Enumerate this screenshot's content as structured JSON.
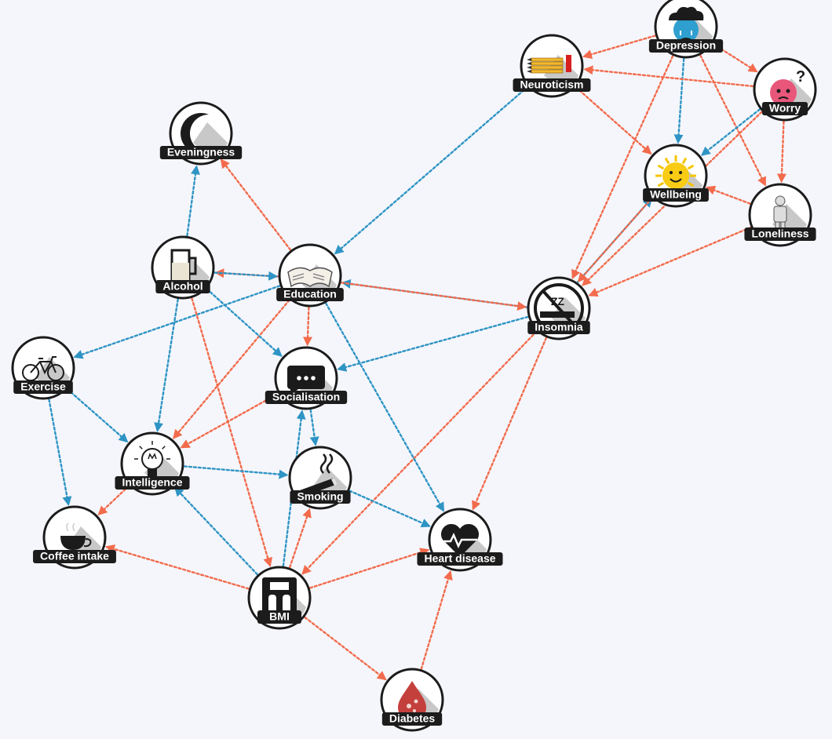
{
  "colors": {
    "positive": "#f26b4c",
    "negative": "#2e94c4",
    "node_stroke": "#1b1b1b",
    "label_bg": "#1c1c1c"
  },
  "nodes": [
    {
      "id": "depression",
      "label": "Depression",
      "icon": "rain-cloud-face-icon"
    },
    {
      "id": "neuroticism",
      "label": "Neuroticism",
      "icon": "pencils-icon"
    },
    {
      "id": "worry",
      "label": "Worry",
      "icon": "worried-face-icon"
    },
    {
      "id": "eveningness",
      "label": "Eveningness",
      "icon": "crescent-moon-icon"
    },
    {
      "id": "wellbeing",
      "label": "Wellbeing",
      "icon": "smiling-sun-icon"
    },
    {
      "id": "loneliness",
      "label": "Loneliness",
      "icon": "lonely-person-icon"
    },
    {
      "id": "alcohol",
      "label": "Alcohol",
      "icon": "beer-glass-icon"
    },
    {
      "id": "education",
      "label": "Education",
      "icon": "open-book-icon"
    },
    {
      "id": "insomnia",
      "label": "Insomnia",
      "icon": "no-sleep-icon"
    },
    {
      "id": "exercise",
      "label": "Exercise",
      "icon": "bicycle-icon"
    },
    {
      "id": "socialisation",
      "label": "Socialisation",
      "icon": "speech-bubble-icon"
    },
    {
      "id": "intelligence",
      "label": "Intelligence",
      "icon": "light-bulb-icon"
    },
    {
      "id": "smoking",
      "label": "Smoking",
      "icon": "cigarette-icon"
    },
    {
      "id": "coffee",
      "label": "Coffee intake",
      "icon": "coffee-cup-icon"
    },
    {
      "id": "heart",
      "label": "Heart disease",
      "icon": "heart-rate-icon"
    },
    {
      "id": "bmi",
      "label": "BMI",
      "icon": "weighing-scale-icon"
    },
    {
      "id": "diabetes",
      "label": "Diabetes",
      "icon": "blood-drop-icon"
    }
  ],
  "edges": [
    {
      "from": "depression",
      "to": "neuroticism",
      "effect": "positive"
    },
    {
      "from": "depression",
      "to": "worry",
      "effect": "positive"
    },
    {
      "from": "depression",
      "to": "wellbeing",
      "effect": "negative"
    },
    {
      "from": "depression",
      "to": "loneliness",
      "effect": "positive"
    },
    {
      "from": "depression",
      "to": "insomnia",
      "effect": "positive"
    },
    {
      "from": "worry",
      "to": "neuroticism",
      "effect": "positive"
    },
    {
      "from": "worry",
      "to": "wellbeing",
      "effect": "negative"
    },
    {
      "from": "worry",
      "to": "loneliness",
      "effect": "positive"
    },
    {
      "from": "worry",
      "to": "insomnia",
      "effect": "positive"
    },
    {
      "from": "neuroticism",
      "to": "wellbeing",
      "effect": "positive"
    },
    {
      "from": "neuroticism",
      "to": "education",
      "effect": "negative"
    },
    {
      "from": "loneliness",
      "to": "wellbeing",
      "effect": "positive"
    },
    {
      "from": "loneliness",
      "to": "insomnia",
      "effect": "positive"
    },
    {
      "from": "insomnia",
      "to": "wellbeing",
      "effect": "negative"
    },
    {
      "from": "wellbeing",
      "to": "insomnia",
      "effect": "positive"
    },
    {
      "from": "insomnia",
      "to": "education",
      "effect": "negative"
    },
    {
      "from": "education",
      "to": "insomnia",
      "effect": "positive"
    },
    {
      "from": "insomnia",
      "to": "socialisation",
      "effect": "negative"
    },
    {
      "from": "insomnia",
      "to": "heart",
      "effect": "positive"
    },
    {
      "from": "insomnia",
      "to": "bmi",
      "effect": "positive"
    },
    {
      "from": "education",
      "to": "eveningness",
      "effect": "positive"
    },
    {
      "from": "education",
      "to": "alcohol",
      "effect": "positive"
    },
    {
      "from": "alcohol",
      "to": "education",
      "effect": "negative"
    },
    {
      "from": "education",
      "to": "socialisation",
      "effect": "positive"
    },
    {
      "from": "education",
      "to": "exercise",
      "effect": "negative"
    },
    {
      "from": "education",
      "to": "intelligence",
      "effect": "positive"
    },
    {
      "from": "education",
      "to": "heart",
      "effect": "negative"
    },
    {
      "from": "alcohol",
      "to": "eveningness",
      "effect": "negative"
    },
    {
      "from": "alcohol",
      "to": "socialisation",
      "effect": "negative"
    },
    {
      "from": "alcohol",
      "to": "intelligence",
      "effect": "negative"
    },
    {
      "from": "alcohol",
      "to": "bmi",
      "effect": "positive"
    },
    {
      "from": "exercise",
      "to": "coffee",
      "effect": "negative"
    },
    {
      "from": "exercise",
      "to": "intelligence",
      "effect": "negative"
    },
    {
      "from": "socialisation",
      "to": "intelligence",
      "effect": "positive"
    },
    {
      "from": "socialisation",
      "to": "smoking",
      "effect": "negative"
    },
    {
      "from": "bmi",
      "to": "socialisation",
      "effect": "negative"
    },
    {
      "from": "intelligence",
      "to": "coffee",
      "effect": "positive"
    },
    {
      "from": "intelligence",
      "to": "smoking",
      "effect": "negative"
    },
    {
      "from": "bmi",
      "to": "intelligence",
      "effect": "negative"
    },
    {
      "from": "bmi",
      "to": "smoking",
      "effect": "positive"
    },
    {
      "from": "smoking",
      "to": "heart",
      "effect": "negative"
    },
    {
      "from": "bmi",
      "to": "coffee",
      "effect": "positive"
    },
    {
      "from": "bmi",
      "to": "heart",
      "effect": "positive"
    },
    {
      "from": "bmi",
      "to": "diabetes",
      "effect": "positive"
    },
    {
      "from": "diabetes",
      "to": "heart",
      "effect": "positive"
    }
  ]
}
